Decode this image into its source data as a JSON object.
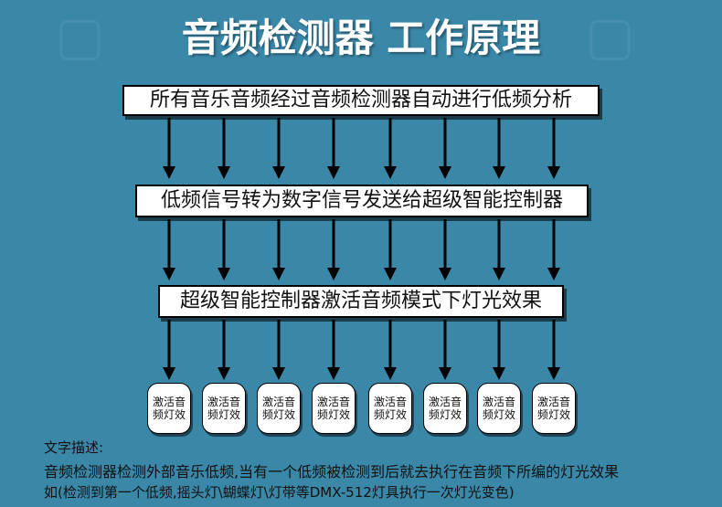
{
  "title": "音频检测器 工作原理",
  "steps": [
    "所有音乐音频经过音频检测器自动进行低频分析",
    "低频信号转为数字信号发送给超级智能控制器",
    "超级智能控制器激活音频模式下灯光效果"
  ],
  "effect_label": "激活音频灯效",
  "effects_count_visible": 8,
  "description": {
    "heading": "文字描述:",
    "line1": "音频检测器检测外部音乐低频,当有一个低频被检测到后就去执行在音频下所编的灯光效果",
    "line2": "如(检测到第一个低频,摇头灯\\蝴蝶灯\\灯带等DMX-512灯具执行一次灯光变色)"
  },
  "colors": {
    "background": "#3a87a8",
    "box": "#ffffff",
    "arrow": "#000000"
  }
}
